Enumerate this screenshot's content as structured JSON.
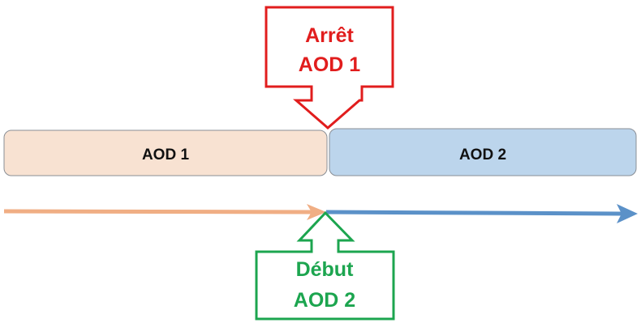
{
  "diagram": {
    "segments": [
      {
        "label": "AOD 1",
        "fill": "#f8e2d2",
        "stroke": "#8a8f96"
      },
      {
        "label": "AOD 2",
        "fill": "#bcd5ec",
        "stroke": "#8a8f96"
      }
    ],
    "timeline": {
      "first_color": "#f0ae84",
      "second_color": "#5b91c8"
    },
    "callouts": {
      "stop": {
        "line1": "Arrêt",
        "line2": "AOD 1",
        "color": "#e11d1d"
      },
      "start": {
        "line1": "Début",
        "line2": "AOD 2",
        "color": "#1ca54f"
      }
    }
  }
}
